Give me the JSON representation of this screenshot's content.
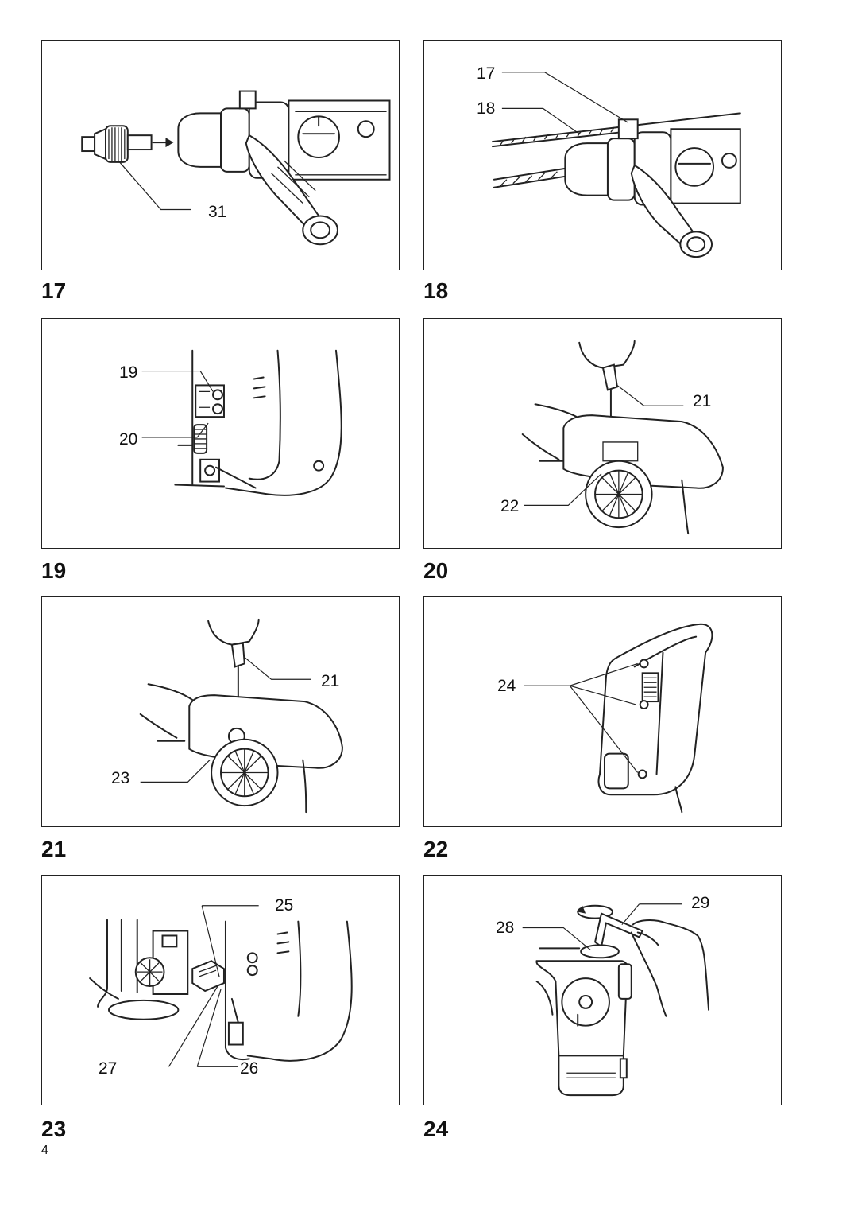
{
  "figures": [
    {
      "number": "17",
      "callouts": [
        "31"
      ]
    },
    {
      "number": "18",
      "callouts": [
        "17",
        "18"
      ]
    },
    {
      "number": "19",
      "callouts": [
        "19",
        "20"
      ]
    },
    {
      "number": "20",
      "callouts": [
        "21",
        "22"
      ]
    },
    {
      "number": "21",
      "callouts": [
        "21",
        "23"
      ]
    },
    {
      "number": "22",
      "callouts": [
        "24"
      ]
    },
    {
      "number": "23",
      "callouts": [
        "25",
        "27",
        "26"
      ]
    },
    {
      "number": "24",
      "callouts": [
        "29",
        "28"
      ]
    }
  ],
  "page_number": "4"
}
